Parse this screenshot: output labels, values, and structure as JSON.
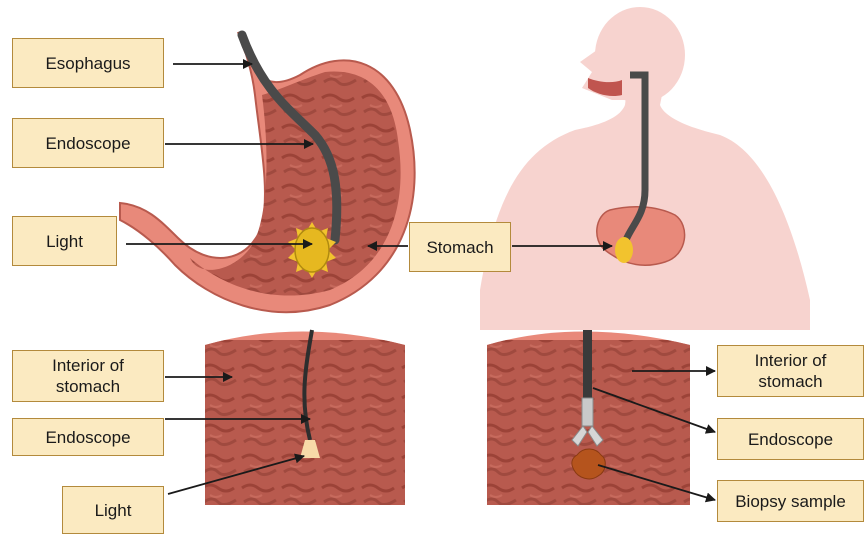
{
  "labels": {
    "esophagus": "Esophagus",
    "endoscope_top": "Endoscope",
    "light_top": "Light",
    "stomach": "Stomach",
    "interior_left": "Interior of\nstomach",
    "endoscope_left": "Endoscope",
    "light_bottom": "Light",
    "interior_right": "Interior of\nstomach",
    "endoscope_right": "Endoscope",
    "biopsy": "Biopsy sample"
  },
  "colors": {
    "label_fill": "#fbeac1",
    "label_border": "#b38a3c",
    "stomach_wall": "#e8897a",
    "stomach_interior": "#b85a4e",
    "skin": "#f7d3cf",
    "endoscope": "#4a4a4a",
    "light": "#f2c32e",
    "biopsy": "#b5541d"
  },
  "icons": {
    "light": "sun-icon",
    "forceps": "biopsy-forceps-icon"
  }
}
